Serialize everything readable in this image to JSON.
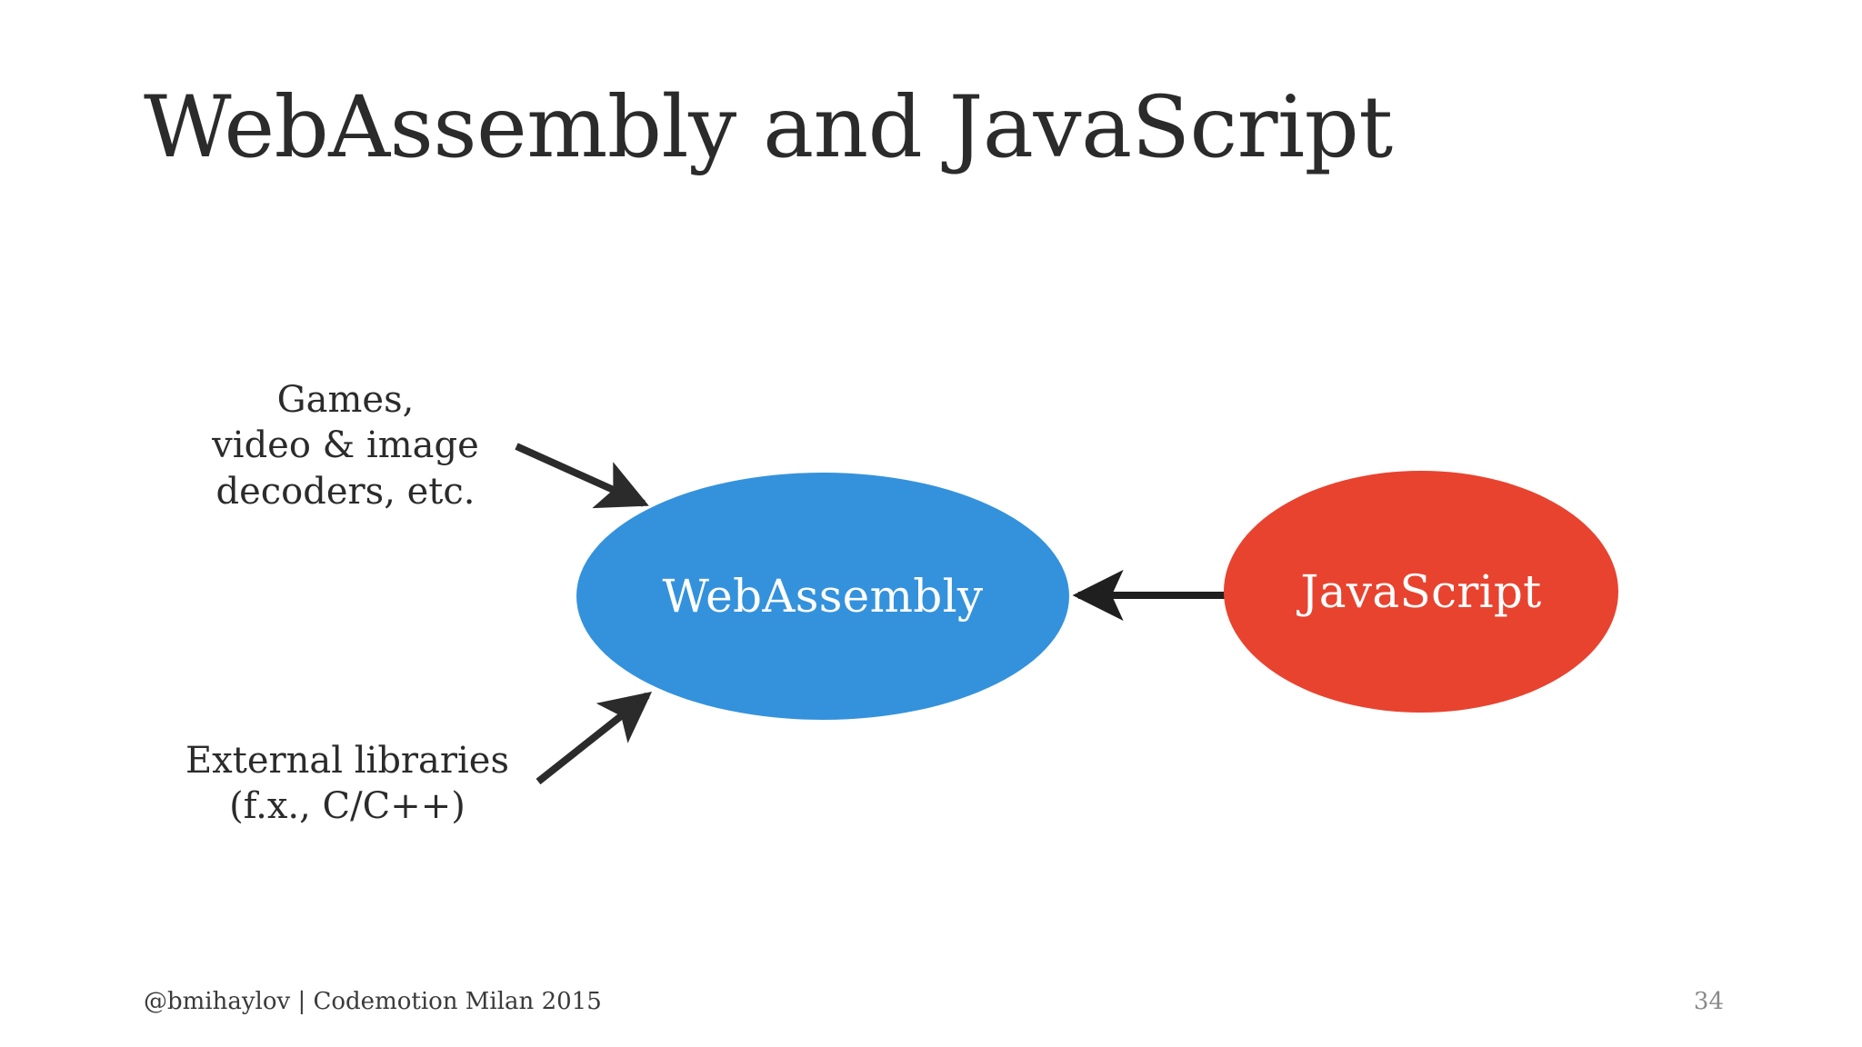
{
  "slide": {
    "title": "WebAssembly and JavaScript",
    "background_color": "#ffffff",
    "title_color": "#2b2b2b"
  },
  "diagram": {
    "nodes": [
      {
        "id": "wasm",
        "label": "WebAssembly",
        "shape": "ellipse",
        "fill_color": "#3492dc",
        "text_color": "#ffffff"
      },
      {
        "id": "javascript",
        "label": "JavaScript",
        "shape": "ellipse",
        "fill_color": "#e8432f",
        "text_color": "#ffffff"
      }
    ],
    "annotations": [
      {
        "id": "top",
        "text": "Games,\nvideo & image\ndecoders, etc.",
        "target": "wasm",
        "color": "#2b2b2b"
      },
      {
        "id": "bottom",
        "text": "External libraries\n(f.x., C/C++)",
        "target": "wasm",
        "color": "#2b2b2b"
      }
    ],
    "arrows": [
      {
        "id": "games-to-wasm",
        "from": "annotation-top",
        "to": "wasm",
        "color": "#2b2b2b",
        "direction": "down-right"
      },
      {
        "id": "libraries-to-wasm",
        "from": "annotation-bottom",
        "to": "wasm",
        "color": "#2b2b2b",
        "direction": "up-right"
      },
      {
        "id": "javascript-to-wasm",
        "from": "javascript",
        "to": "wasm",
        "color": "#1f1f1f",
        "direction": "left"
      }
    ]
  },
  "footer": {
    "credit": "@bmihaylov | Codemotion Milan 2015",
    "page_number": "34",
    "credit_color": "#3a3a3a",
    "page_number_color": "#8a8a8a"
  }
}
